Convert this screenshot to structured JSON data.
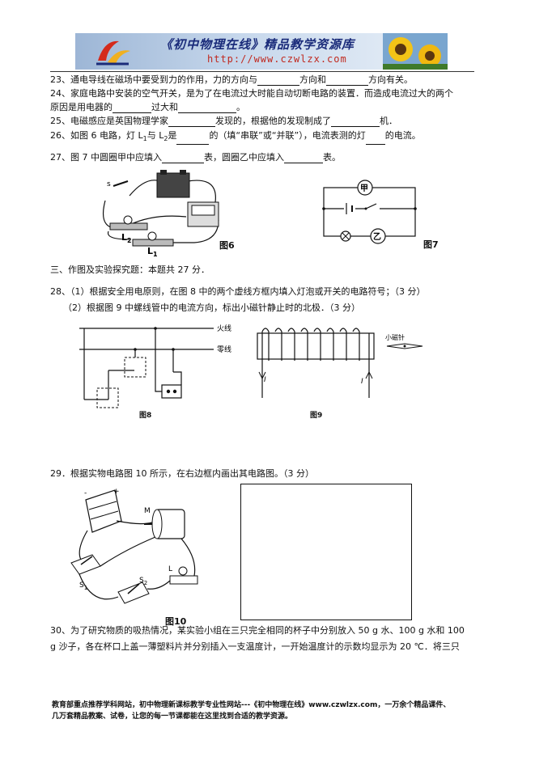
{
  "header": {
    "title": "《初中物理在线》精品教学资源库",
    "url": "http://www.czwlzx.com"
  },
  "questions": {
    "q23": {
      "a": "23、通电导线在磁场中要受到力的作用，力的方向与",
      "b": "方向和",
      "c": "方向有关。"
    },
    "q24": {
      "l1": "24、家庭电路中安装的空气开关，是为了在电流过大时能自动切断电路的装置．而造成电流过大的两个",
      "a": "原因是用电器的",
      "b": "过大和",
      "c": "。"
    },
    "q25": {
      "a": "25、电磁感应是英国物理学家",
      "b": "发现的，根据他的发现制成了",
      "c": "机．"
    },
    "q26": {
      "a": "26、如图 6 电路，灯 L",
      "sub1": "1",
      "b": "与 L",
      "sub2": "2",
      "c": "是",
      "d": "的（填“串联”或“并联”），电流表测的灯",
      "e": "的电流。"
    },
    "q27": {
      "a": "27、图 7 中圆圈甲中应填入",
      "b": "表，圆圈乙中应填入",
      "c": "表。"
    },
    "section3": "三、作图及实验探究题：本题共 27 分．",
    "q28": {
      "l1": "28、（1）根据安全用电原则，在图 8 中的两个虚线方框内填入灯泡或开关的电路符号；（3 分）",
      "l2": "（2）根据图 9 中螺线管中的电流方向，标出小磁针静止时的北极．（3 分）"
    },
    "q29": "29．根据实物电路图 10 所示，在右边框内画出其电路图。（3 分）",
    "q30": {
      "l1": "30、为了研究物质的吸热情况，某实验小组在三只完全相同的杯子中分别放入 50 g 水、100 g 水和 100",
      "l2": "g 沙子，各在杯口上盖一薄塑料片并分别插入一支温度计，一开始温度计的示数均显示为 20 ℃．将三只"
    }
  },
  "figures": {
    "fig6": {
      "caption": "图6",
      "l1": "L",
      "l1_sub": "1",
      "l2": "L",
      "l2_sub": "2",
      "s": "s"
    },
    "fig7": {
      "caption": "图7",
      "jia": "甲",
      "yi": "乙"
    },
    "fig8": {
      "caption": "图8",
      "live": "火线",
      "neutral": "零线"
    },
    "fig9": {
      "caption": "图9",
      "needle": "小磁针",
      "i_left": "I",
      "i_right": "I"
    },
    "fig10": {
      "caption": "图10",
      "motor": "M",
      "s1": "S",
      "s1_sub": "1",
      "s2": "S",
      "s2_sub": "2",
      "lamp": "L",
      "minus": "-",
      "plus": "+"
    }
  },
  "footer": {
    "l1": "教育部重点推荐学科网站，初中物理新课标教学专业性网站---《初中物理在线》www.czwlzx.com，一万余个精品课件、",
    "l2": "几万套精品教案、试卷，让您的每一节课都能在这里找到合适的教学资源。"
  }
}
